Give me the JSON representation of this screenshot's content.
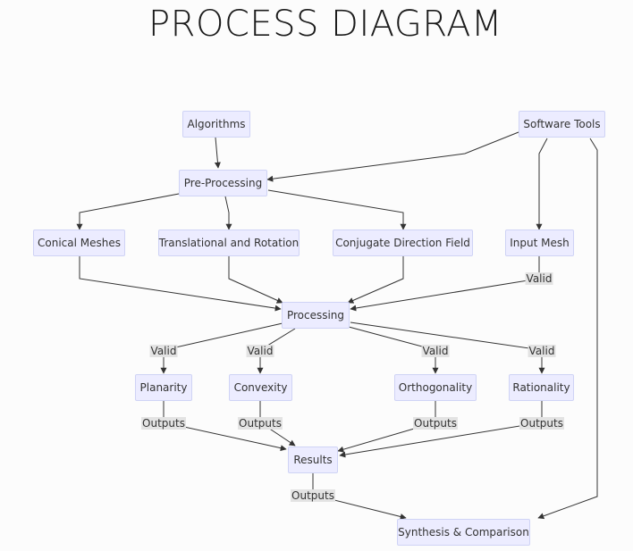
{
  "title": "PROCESS DIAGRAM",
  "nodes": {
    "algorithms": "Algorithms",
    "software_tools": "Software Tools",
    "pre_processing": "Pre-Processing",
    "conical_meshes": "Conical Meshes",
    "translational_rotation": "Translational and Rotation",
    "conjugate_direction_field": "Conjugate Direction Field",
    "input_mesh": "Input Mesh",
    "processing": "Processing",
    "planarity": "Planarity",
    "convexity": "Convexity",
    "orthogonality": "Orthogonality",
    "rationality": "Rationality",
    "results": "Results",
    "synthesis": "Synthesis & Comparison"
  },
  "edge_labels": {
    "input_mesh_valid": "Valid",
    "planarity_valid": "Valid",
    "convexity_valid": "Valid",
    "orthogonality_valid": "Valid",
    "rationality_valid": "Valid",
    "planarity_outputs": "Outputs",
    "convexity_outputs": "Outputs",
    "orthogonality_outputs": "Outputs",
    "rationality_outputs": "Outputs",
    "results_outputs": "Outputs"
  },
  "colors": {
    "node_fill": "#ececff",
    "node_border": "#cfd3f5",
    "edge": "#333333",
    "edge_label_bg": "#e3e3e3"
  }
}
